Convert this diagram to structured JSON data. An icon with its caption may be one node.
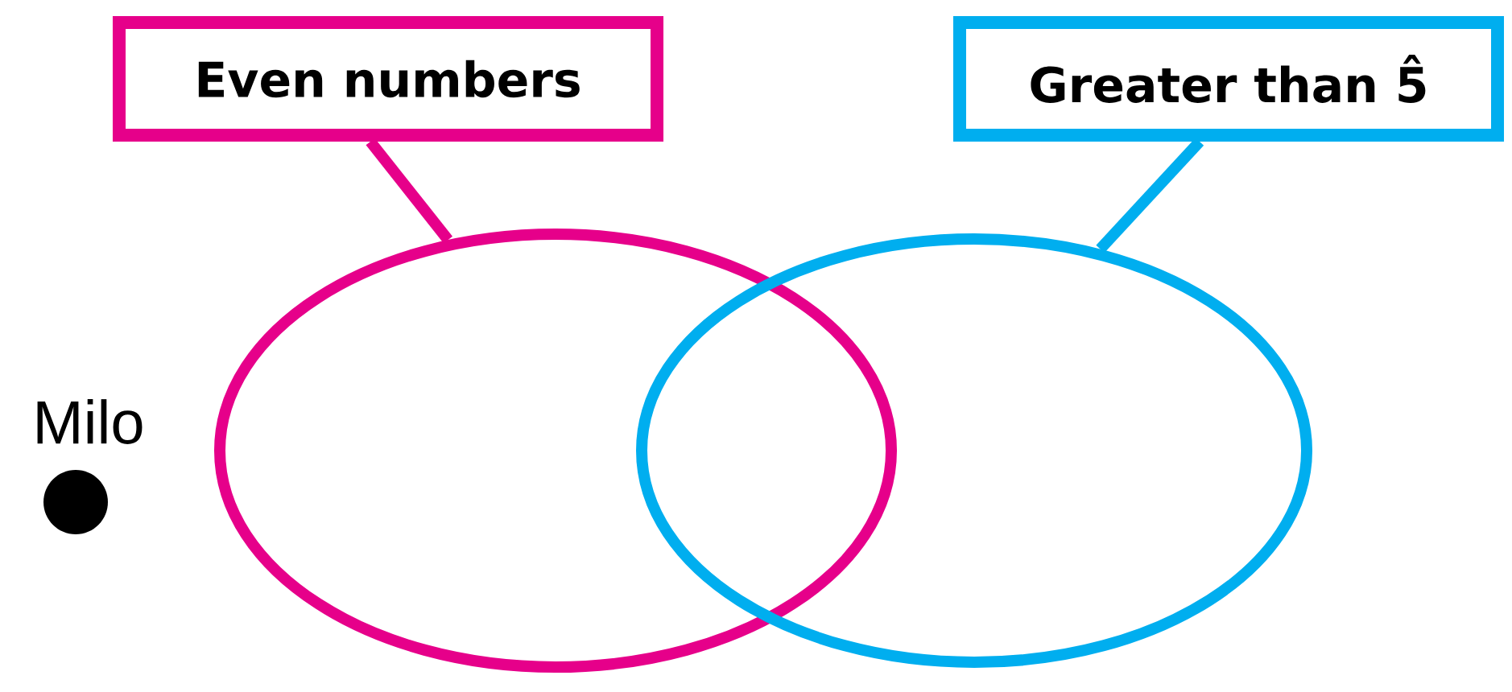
{
  "diagram": {
    "nodes": [
      {
        "text": [
          "Even numbers"
        ]
      },
      {
        "text": [
          "Greater than 5̂"
        ]
      },
      {
        "text": [],
        "shape": "ellipse"
      },
      {
        "text": [],
        "shape": "ellipse"
      },
      {
        "text": [],
        "shape": "circle",
        "beside": [
          "Milo"
        ]
      }
    ],
    "edges": [
      {
        "from": 0,
        "to": 2,
        "arrow": "none",
        "color": "#e6008a"
      },
      {
        "from": 1,
        "to": 3,
        "arrow": "none",
        "color": "#00aeef"
      }
    ]
  }
}
